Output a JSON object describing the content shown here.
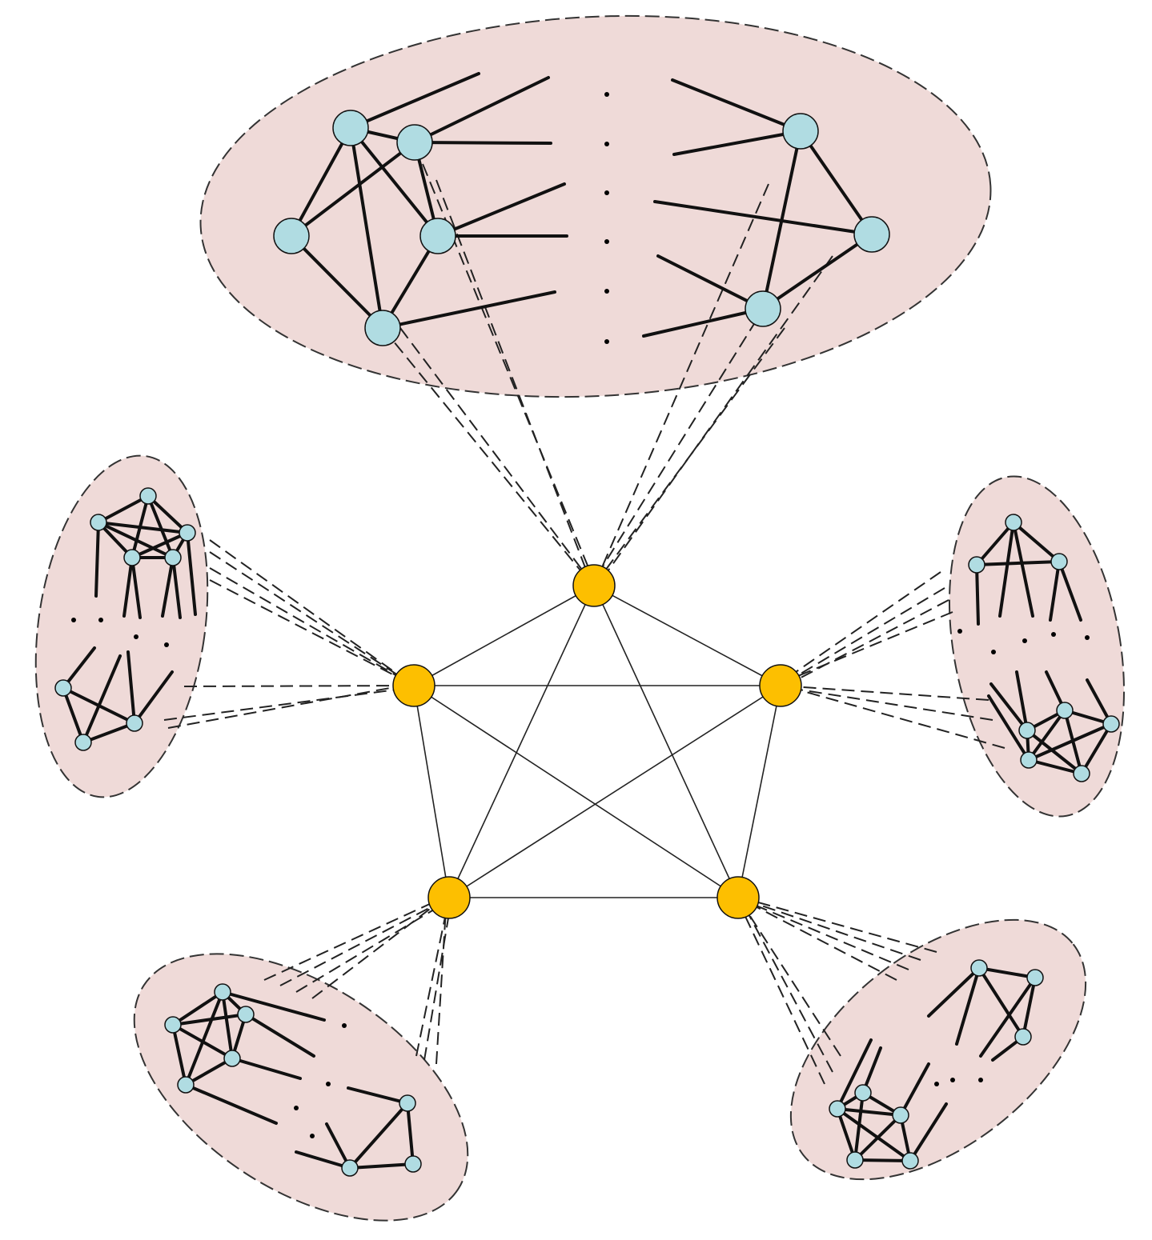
{
  "diagram": {
    "colors": {
      "cluster_fill": "#efdad8",
      "cluster_border": "#333333",
      "member_node": "#b0dce2",
      "hub_node": "#fdbf00",
      "edge": "#111111"
    },
    "hubs": [
      {
        "id": "hub-top"
      },
      {
        "id": "hub-left"
      },
      {
        "id": "hub-right"
      },
      {
        "id": "hub-bottom-left"
      },
      {
        "id": "hub-bottom-right"
      }
    ],
    "hub_edges": [
      [
        "hub-top",
        "hub-left"
      ],
      [
        "hub-top",
        "hub-right"
      ],
      [
        "hub-top",
        "hub-bottom-left"
      ],
      [
        "hub-top",
        "hub-bottom-right"
      ],
      [
        "hub-left",
        "hub-right"
      ],
      [
        "hub-left",
        "hub-bottom-left"
      ],
      [
        "hub-left",
        "hub-bottom-right"
      ],
      [
        "hub-right",
        "hub-bottom-left"
      ],
      [
        "hub-right",
        "hub-bottom-right"
      ],
      [
        "hub-bottom-left",
        "hub-bottom-right"
      ]
    ],
    "clusters": [
      {
        "id": "cluster-top",
        "hub": "hub-top"
      },
      {
        "id": "cluster-left",
        "hub": "hub-left"
      },
      {
        "id": "cluster-right",
        "hub": "hub-right"
      },
      {
        "id": "cluster-bottom-left",
        "hub": "hub-bottom-left"
      },
      {
        "id": "cluster-bottom-right",
        "hub": "hub-bottom-right"
      }
    ]
  }
}
